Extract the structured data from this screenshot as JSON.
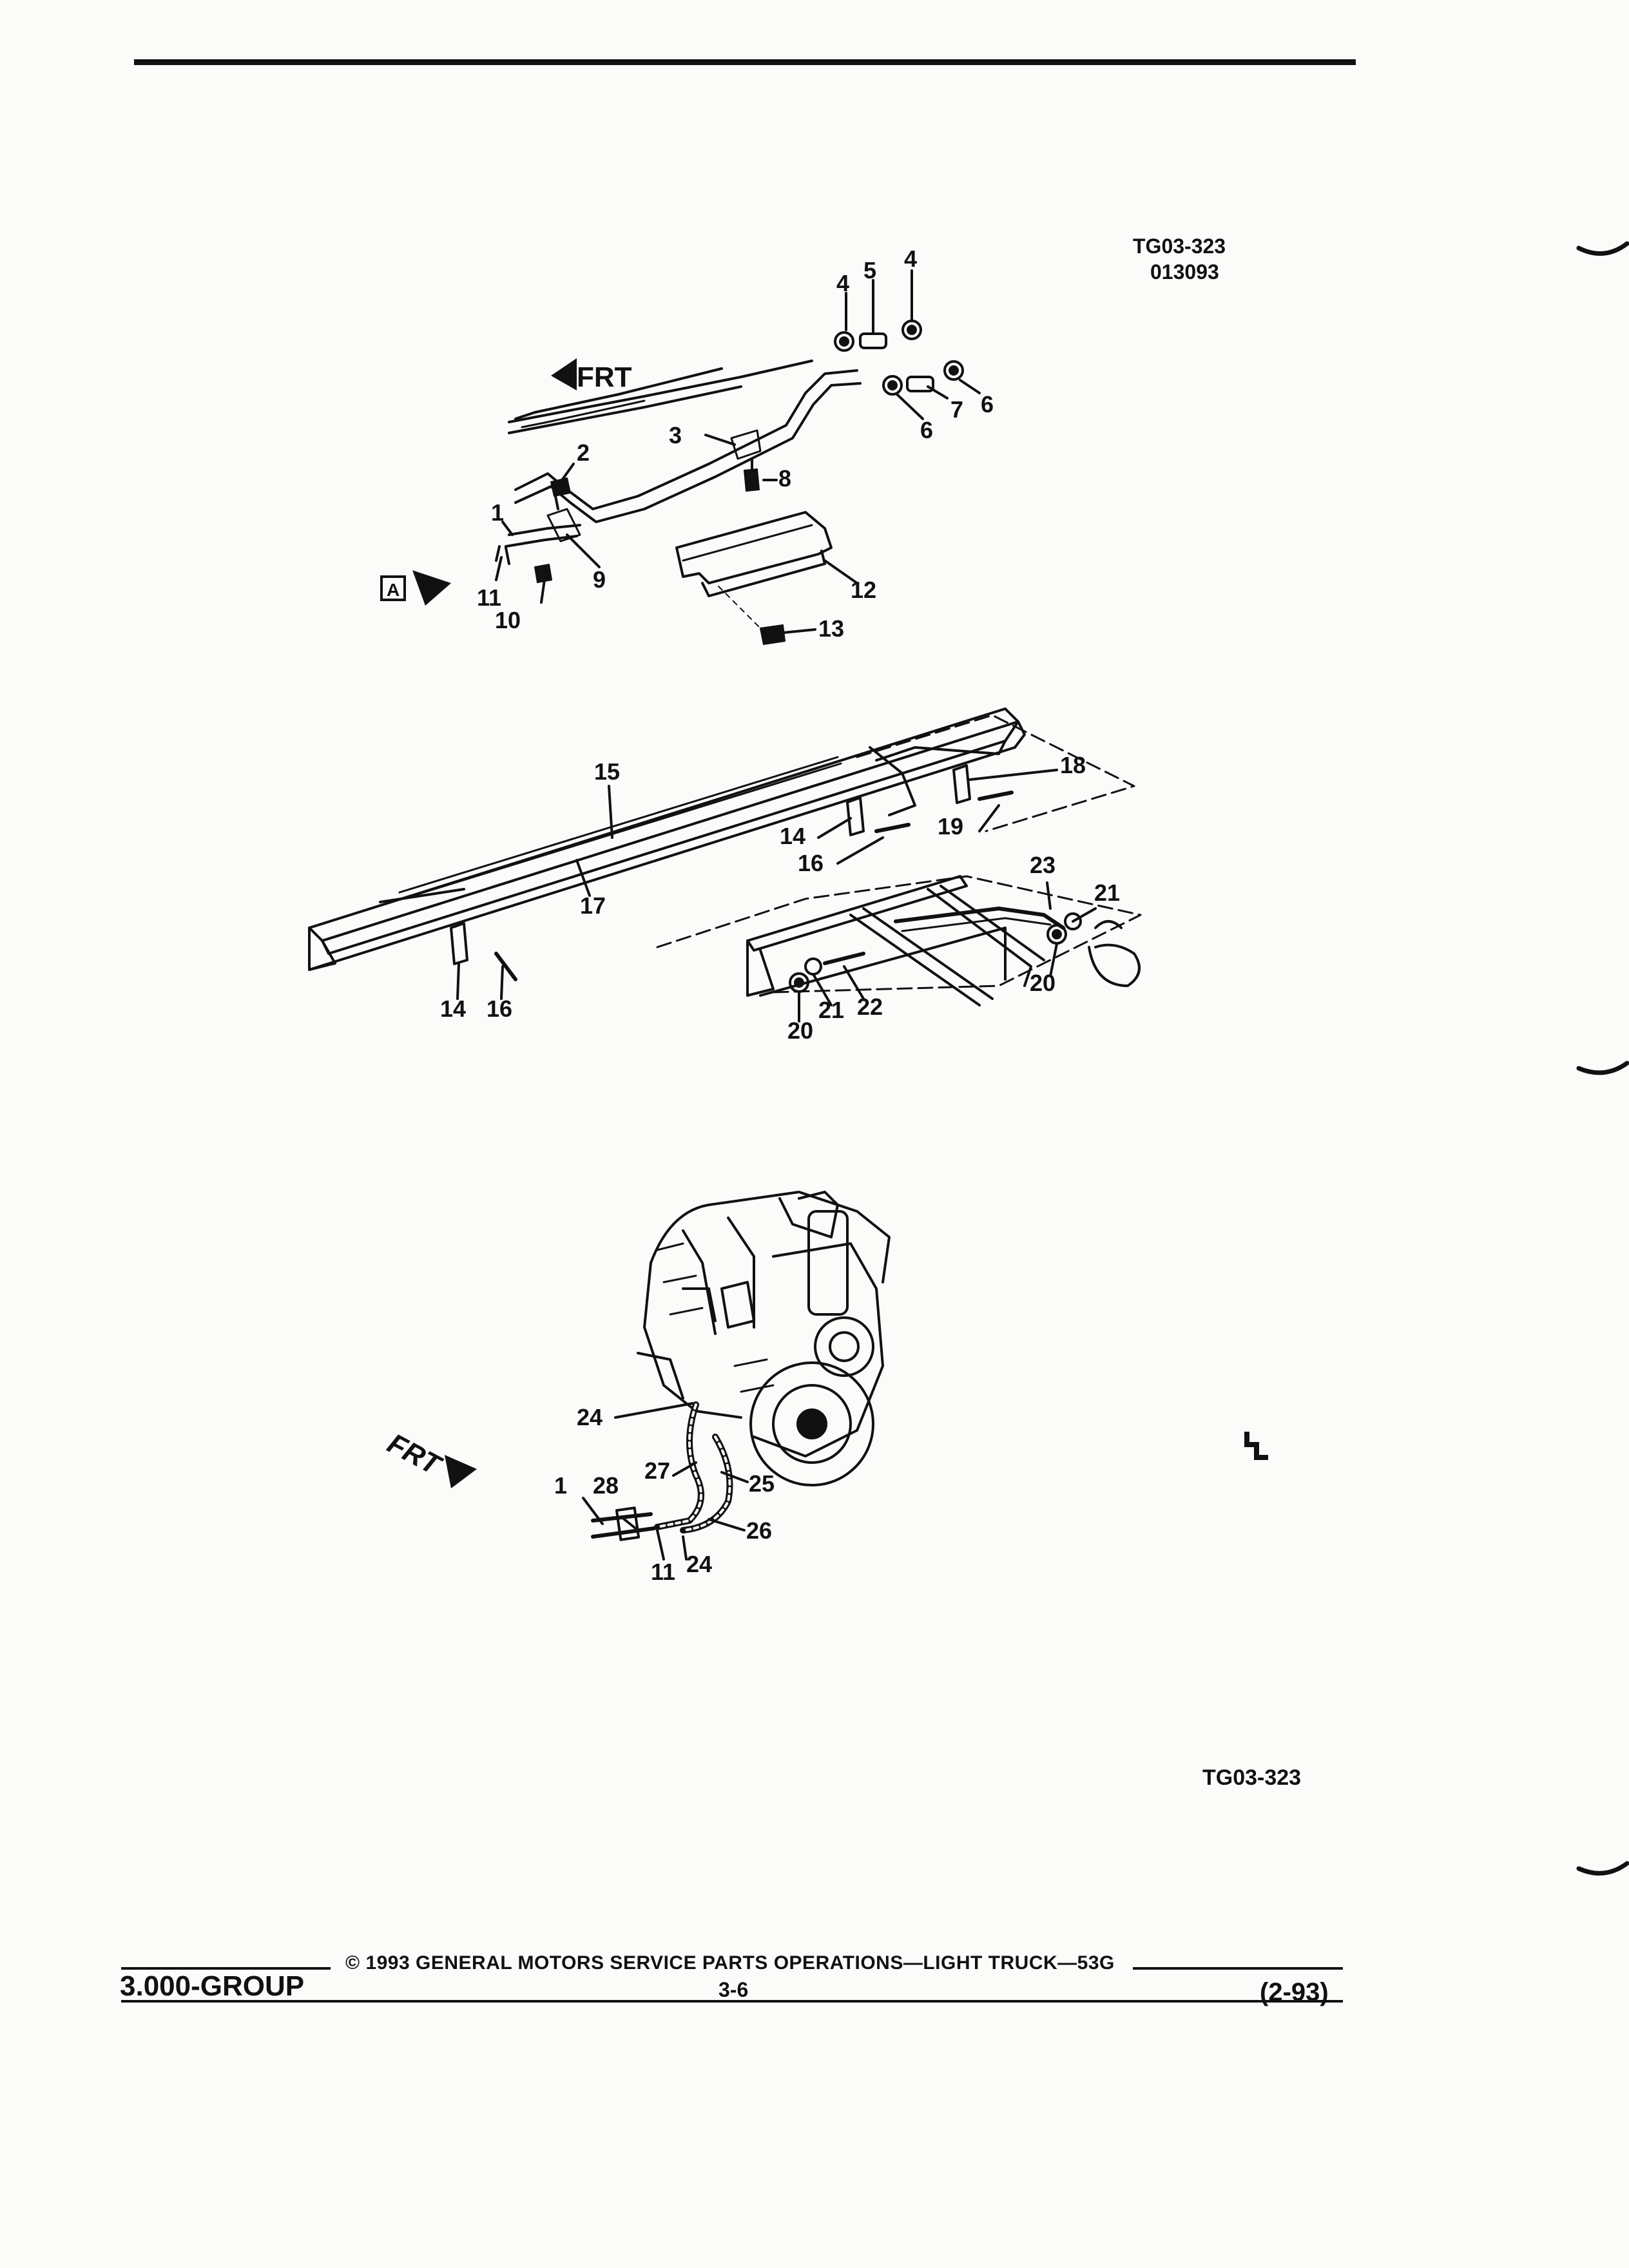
{
  "figure": {
    "code_top": "TG03-323",
    "date_code": "013093",
    "code_bottom": "TG03-323"
  },
  "labels": {
    "frt": "FRT",
    "view_a": "A"
  },
  "callouts": {
    "c1": "1",
    "c2": "2",
    "c3": "3",
    "c4a": "4",
    "c4b": "4",
    "c5": "5",
    "c6a": "6",
    "c6b": "6",
    "c7": "7",
    "c8": "8",
    "c9": "9",
    "c10": "10",
    "c11": "11",
    "c12": "12",
    "c13": "13",
    "c14a": "14",
    "c14b": "14",
    "c15": "15",
    "c16a": "16",
    "c16b": "16",
    "c17": "17",
    "c18": "18",
    "c19": "19",
    "c20a": "20",
    "c20b": "20",
    "c21a": "21",
    "c21b": "21",
    "c22": "22",
    "c23": "23",
    "c24a": "24",
    "c24b": "24",
    "c25": "25",
    "c26": "26",
    "c27": "27",
    "c28": "28",
    "c1b": "1",
    "c11b": "11"
  },
  "footer": {
    "group": "3.000-GROUP",
    "copyright": "© 1993 GENERAL MOTORS SERVICE PARTS OPERATIONS—LIGHT TRUCK—53G",
    "page": "3-6",
    "date": "(2-93)"
  }
}
